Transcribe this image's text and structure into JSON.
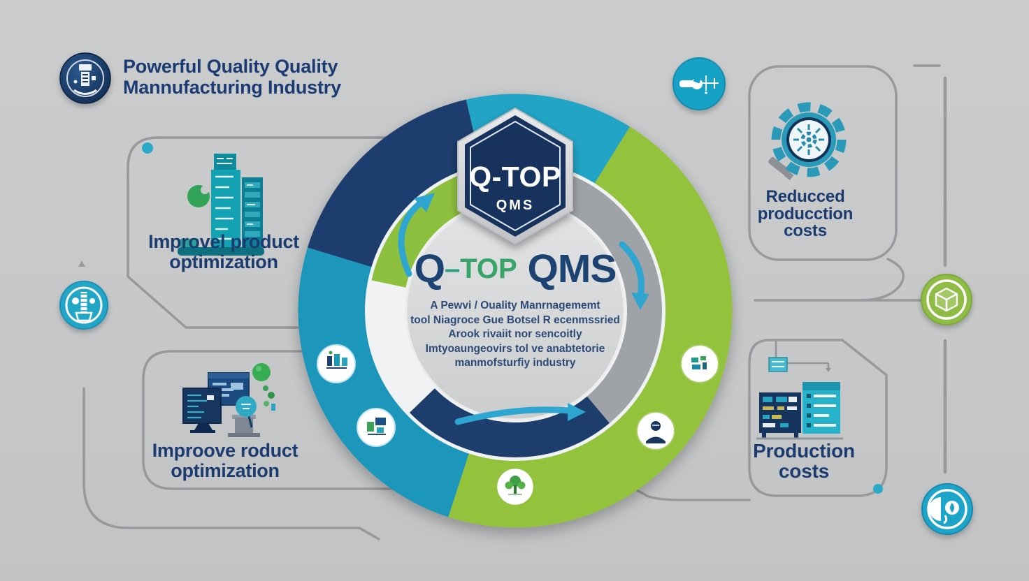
{
  "header": {
    "title_line1": "Powerful Quality Quality",
    "title_line2": "Mannufacturing Industry",
    "logo_icon": "factory-badge-logo"
  },
  "left_top_card": {
    "label_line1": "Improvel product",
    "label_line2": "optimization",
    "illustration_icon": "smart-factory-buildings-illustration"
  },
  "left_bottom_card": {
    "label_line1": "Improove roduct",
    "label_line2": "optimization",
    "illustration_icon": "analytics-dashboards-illustration"
  },
  "right_top_card": {
    "label_line1": "Reducced",
    "label_line2": "producction",
    "label_line3": "costs",
    "illustration_icon": "cost-reduction-gear-illustration"
  },
  "right_bottom_card": {
    "label_line1": "Production",
    "label_line2": "costs",
    "illustration_icon": "factory-control-panels-illustration"
  },
  "hexagon_badge": {
    "title": "Q-TOP",
    "subtitle": "QMS"
  },
  "center": {
    "title_q": "Q",
    "title_dash": "–",
    "title_top": "TOP",
    "title_qms": "QMS",
    "desc_line1": "A Pewvi / Ouality Manrnagememt",
    "desc_line2": "tool Niagroce Gue Botsel R ecenmssried",
    "desc_line3": "Arook rivaiit nor sencoitly",
    "desc_line4": "Imtyoaungeovirs tol ve anabtetorie",
    "desc_line5": "manmofsturfiy industry"
  },
  "satellite_icons": [
    "wrench-tool-icon",
    "bulb-gauge-icon",
    "cube-package-icon",
    "meter-leaf-icon"
  ],
  "ring_icons": [
    "workers-machines-icon",
    "machine-monitor-icon",
    "green-tree-icon",
    "worker-avatar-icon",
    "teal-tags-icon"
  ],
  "colors": {
    "navy": "#1c3e6e",
    "teal_top": "#21a4c6",
    "teal_bottom": "#1e96ba",
    "green": "#93c23d",
    "inner_green": "#8dc03f",
    "inner_gray": "#9fa3a7",
    "inner_navy": "#1d3d6c",
    "disc_gray": "#d4d5d7",
    "line_gray": "#98999c",
    "accent_teal_dot": "#2aa9c9",
    "background": "#c7c8c9"
  }
}
